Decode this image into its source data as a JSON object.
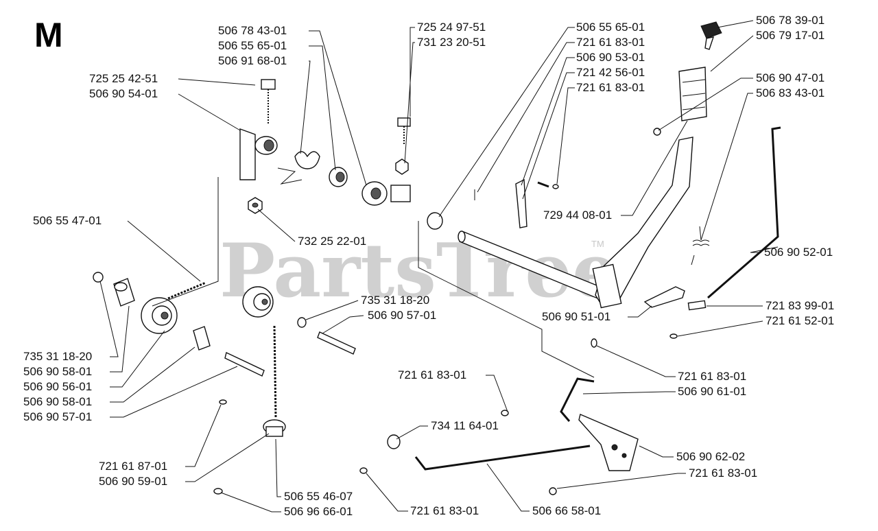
{
  "section_letter": "M",
  "watermark": "PartsTree",
  "watermark_tm": "TM",
  "labels": {
    "p725_25_42_51": "725 25 42-51",
    "p506_90_54_01": "506 90 54-01",
    "p506_78_43_01": "506 78 43-01",
    "p506_55_65_01_a": "506 55 65-01",
    "p506_91_68_01": "506 91 68-01",
    "p725_24_97_51": "725 24 97-51",
    "p731_23_20_51": "731 23 20-51",
    "p506_55_65_01_b": "506 55 65-01",
    "p721_61_83_01_a": "721 61 83-01",
    "p506_90_53_01": "506 90 53-01",
    "p721_42_56_01": "721 42 56-01",
    "p721_61_83_01_b": "721 61 83-01",
    "p506_78_39_01": "506 78 39-01",
    "p506_79_17_01": "506 79 17-01",
    "p506_90_47_01": "506 90 47-01",
    "p506_83_43_01": "506 83 43-01",
    "p506_55_47_01": "506 55 47-01",
    "p732_25_22_01": "732 25 22-01",
    "p729_44_08_01": "729 44 08-01",
    "p506_90_52_01": "506 90 52-01",
    "p735_31_18_20_a": "735 31 18-20",
    "p506_90_57_01_a": "506 90 57-01",
    "p721_83_99_01": "721 83 99-01",
    "p506_90_51_01": "506 90 51-01",
    "p721_61_52_01": "721 61 52-01",
    "p735_31_18_20_b": "735 31 18-20",
    "p506_90_58_01_a": "506 90 58-01",
    "p506_90_56_01": "506 90 56-01",
    "p506_90_58_01_b": "506 90 58-01",
    "p506_90_57_01_b": "506 90 57-01",
    "p721_61_83_01_c": "721 61 83-01",
    "p721_61_83_01_d": "721 61 83-01",
    "p506_90_61_01": "506 90 61-01",
    "p734_11_64_01": "734 11 64-01",
    "p506_90_62_02": "506 90 62-02",
    "p721_61_83_01_e": "721 61 83-01",
    "p721_61_87_01": "721 61 87-01",
    "p506_90_59_01": "506 90 59-01",
    "p506_55_46_07": "506 55 46-07",
    "p506_96_66_01": "506 96 66-01",
    "p721_61_83_01_f": "721 61 83-01",
    "p506_66_58_01": "506 66 58-01"
  }
}
